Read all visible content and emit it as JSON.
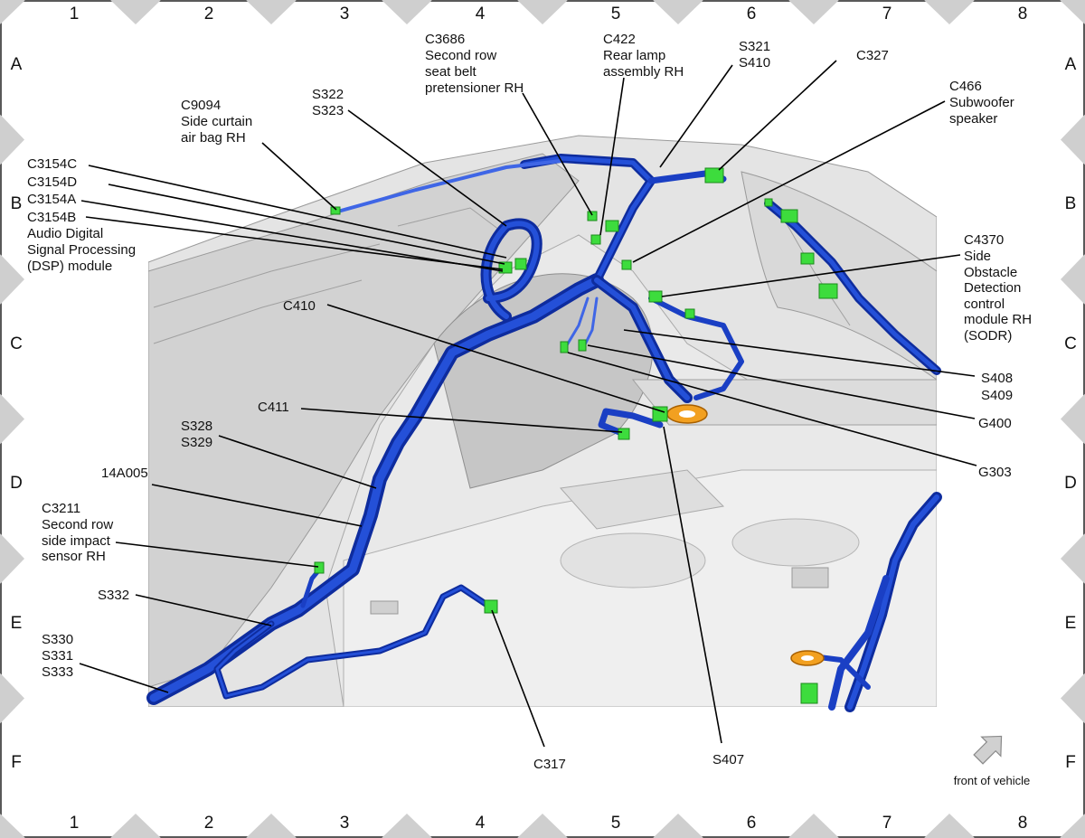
{
  "grid": {
    "columns": [
      "1",
      "2",
      "3",
      "4",
      "5",
      "6",
      "7",
      "8"
    ],
    "rows": [
      "A",
      "B",
      "C",
      "D",
      "E",
      "F"
    ]
  },
  "colors": {
    "harness": "#1a3fc4",
    "harness_light": "#3f66e6",
    "connector": "#3ddc3d",
    "ground": "#f2a020",
    "body": "#d7d7d7",
    "marker": "#cfcfcf"
  },
  "labels": {
    "c9094": [
      "C9094",
      "Side curtain",
      "air bag RH"
    ],
    "s322": [
      "S322",
      "S323"
    ],
    "c3686": [
      "C3686",
      "Second row",
      "seat belt",
      "pretensioner RH"
    ],
    "c422": [
      "C422",
      "Rear lamp",
      "assembly RH"
    ],
    "s321": [
      "S321",
      "S410"
    ],
    "c327": [
      "C327"
    ],
    "c466": [
      "C466",
      "Subwoofer",
      "speaker"
    ],
    "c3154": [
      "C3154C",
      "C3154D",
      "C3154A",
      "C3154B",
      "Audio Digital",
      "Signal Processing",
      "(DSP) module"
    ],
    "c4370": [
      "C4370",
      "Side",
      "Obstacle",
      "Detection",
      "control",
      "module RH",
      "(SODR)"
    ],
    "c410": [
      "C410"
    ],
    "s408": [
      "S408",
      "S409"
    ],
    "g400": [
      "G400"
    ],
    "c411": [
      "C411"
    ],
    "g303": [
      "G303"
    ],
    "s328": [
      "S328",
      "S329"
    ],
    "a14a005": [
      "14A005"
    ],
    "c3211": [
      "C3211",
      "Second row",
      "side impact",
      "sensor RH"
    ],
    "s332": [
      "S332"
    ],
    "s330": [
      "S330",
      "S331",
      "S333"
    ],
    "c317": [
      "C317"
    ],
    "s407": [
      "S407"
    ]
  },
  "orientation": {
    "icon": "arrow-icon",
    "text": "front of vehicle"
  }
}
